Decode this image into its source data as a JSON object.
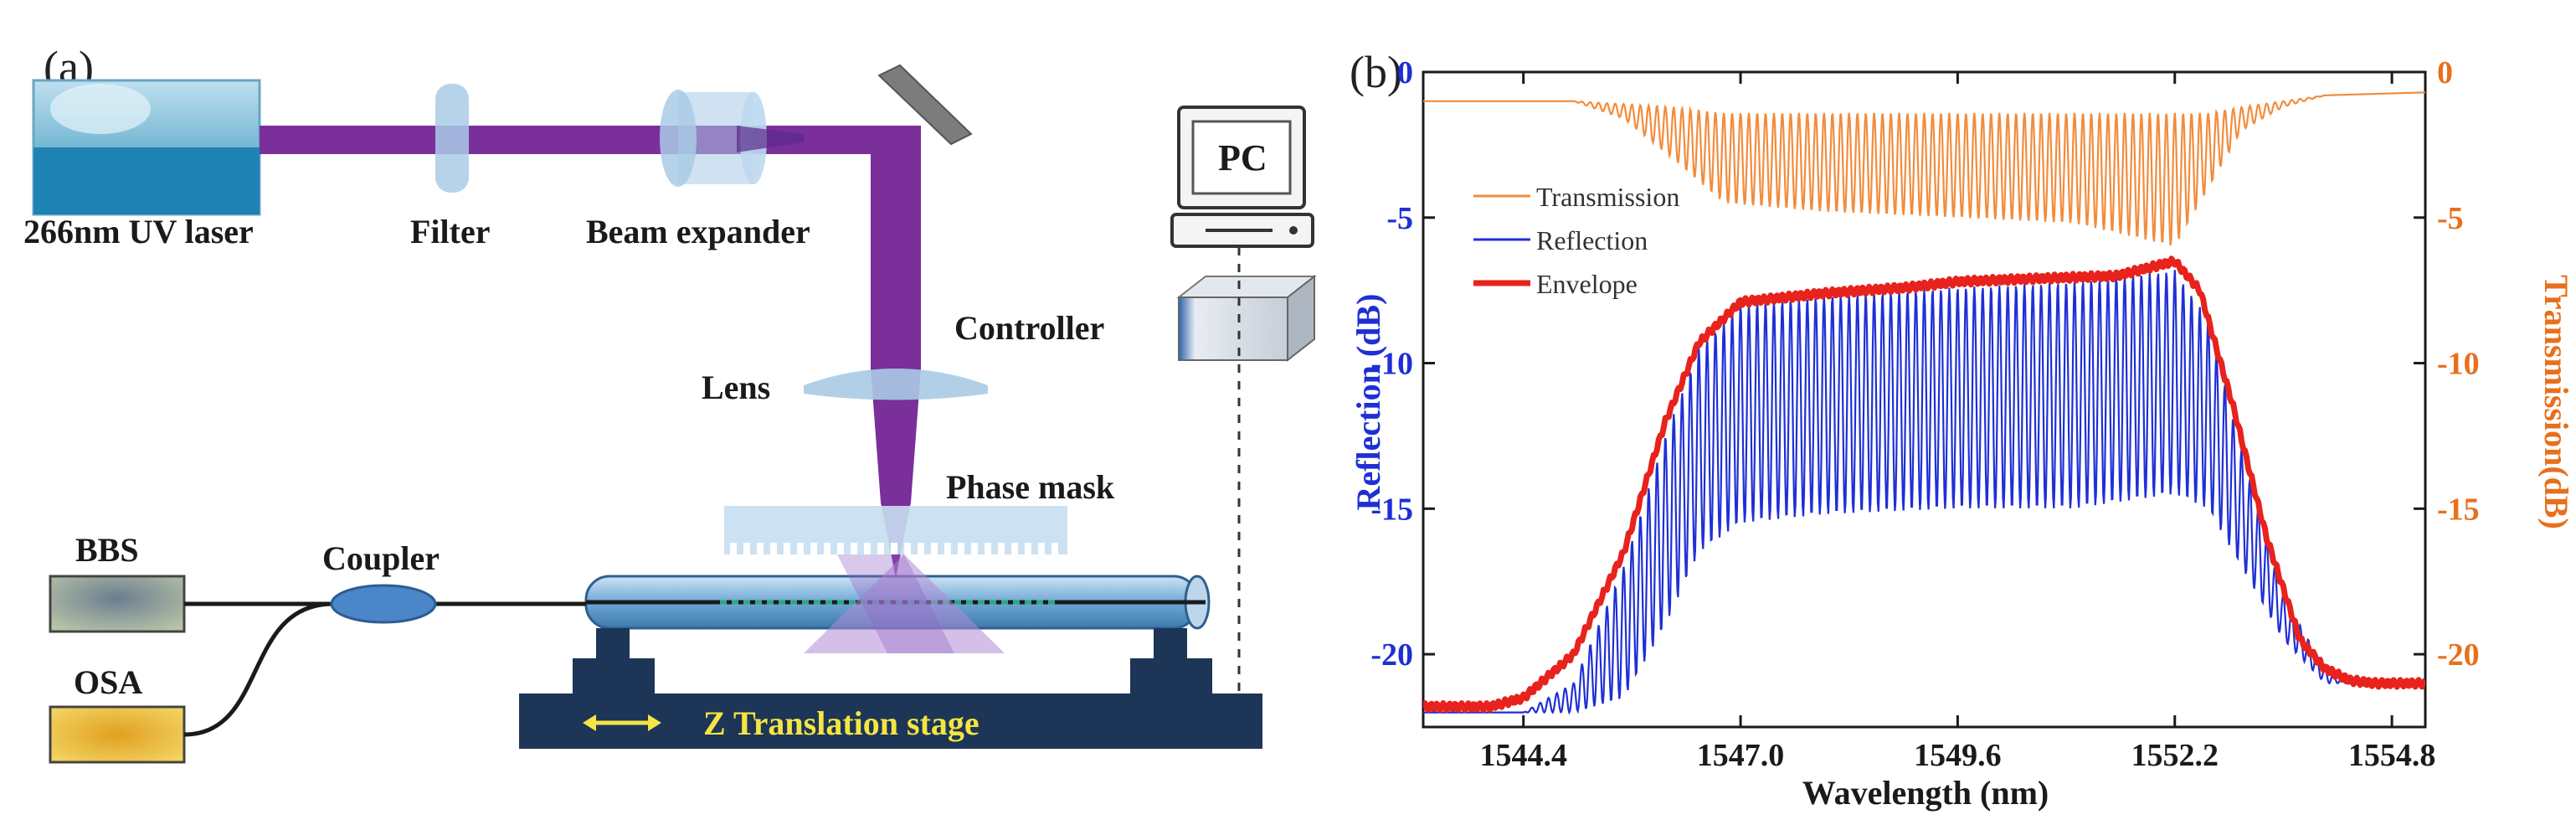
{
  "panel_a": {
    "label": "(a)",
    "laser": "266nm UV laser",
    "filter": "Filter",
    "beam_expander": "Beam expander",
    "pc": "PC",
    "controller": "Controller",
    "lens": "Lens",
    "phase_mask": "Phase mask",
    "bbs": "BBS",
    "coupler": "Coupler",
    "osa": "OSA",
    "stage": "Z Translation stage",
    "colors": {
      "beam": "#7a2f9a",
      "stage": "#1d3557",
      "optics": "#a9cbe6",
      "stage_text": "#f4e542"
    }
  },
  "panel_b": {
    "label": "(b)"
  },
  "chart_data": {
    "type": "line",
    "xlabel": "Wavelength (nm)",
    "ylabel_left": "Reflection (dB)",
    "ylabel_right": "Transmission(dB)",
    "xlim": [
      1543.2,
      1555.2
    ],
    "x_ticks": [
      "1544.4",
      "1547.0",
      "1549.6",
      "1552.2",
      "1554.8"
    ],
    "x_tick_values": [
      1544.4,
      1547.0,
      1549.6,
      1552.2,
      1554.8
    ],
    "ylim_left": [
      -22.5,
      0
    ],
    "y_ticks_left": [
      "0",
      "-5",
      "-10",
      "-15",
      "-20"
    ],
    "y_tick_values_left": [
      0,
      -5,
      -10,
      -15,
      -20
    ],
    "ylim_right": [
      -22.5,
      0
    ],
    "y_ticks_right": [
      "0",
      "-5",
      "-10",
      "-15",
      "-20"
    ],
    "y_tick_values_right": [
      0,
      -5,
      -10,
      -15,
      -20
    ],
    "legend_position": "top-left",
    "series": [
      {
        "name": "Transmission",
        "color": "#f28c3c",
        "axis": "right",
        "x": [
          1543.2,
          1545.0,
          1545.6,
          1546.2,
          1546.8,
          1548.0,
          1549.6,
          1551.0,
          1552.2,
          1552.6,
          1553.0,
          1553.5,
          1554.0,
          1555.2
        ],
        "y_base": [
          -1.0,
          -1.0,
          -1.1,
          -1.2,
          -1.4,
          -1.4,
          -1.4,
          -1.4,
          -1.4,
          -1.4,
          -1.2,
          -1.0,
          -0.8,
          -0.7
        ],
        "y_min": [
          -1.0,
          -1.0,
          -1.6,
          -3.0,
          -4.5,
          -4.8,
          -5.0,
          -5.2,
          -6.0,
          -4.0,
          -2.0,
          -1.2,
          -0.8,
          -0.7
        ]
      },
      {
        "name": "Reflection",
        "color": "#1f2fd6",
        "axis": "left",
        "x": [
          1543.2,
          1544.4,
          1545.0,
          1545.6,
          1546.1,
          1546.5,
          1547.0,
          1548.0,
          1549.6,
          1551.0,
          1552.2,
          1552.6,
          1553.0,
          1553.5,
          1554.0,
          1554.3,
          1555.2
        ],
        "y_peak": [
          -22.0,
          -22.0,
          -21.0,
          -17.0,
          -12.5,
          -9.5,
          -8.0,
          -7.7,
          -7.4,
          -7.2,
          -6.8,
          -8.5,
          -13.0,
          -18.0,
          -20.5,
          -21.0,
          -21.0
        ],
        "y_trough": [
          -22.0,
          -22.0,
          -22.0,
          -21.5,
          -19.0,
          -16.5,
          -15.5,
          -15.2,
          -15.0,
          -15.0,
          -14.5,
          -15.0,
          -17.0,
          -19.5,
          -21.0,
          -21.0,
          -21.0
        ]
      },
      {
        "name": "Envelope",
        "color": "#e8221c",
        "axis": "left",
        "x": [
          1543.2,
          1544.0,
          1544.4,
          1545.0,
          1545.6,
          1546.1,
          1546.5,
          1547.0,
          1548.0,
          1549.0,
          1549.6,
          1550.5,
          1551.5,
          1552.2,
          1552.5,
          1552.9,
          1553.3,
          1553.7,
          1554.0,
          1554.3,
          1554.6,
          1555.2
        ],
        "y": [
          -21.8,
          -21.8,
          -21.5,
          -20.0,
          -16.5,
          -12.0,
          -9.3,
          -7.9,
          -7.6,
          -7.4,
          -7.2,
          -7.1,
          -7.0,
          -6.5,
          -7.5,
          -11.5,
          -16.0,
          -19.5,
          -20.5,
          -20.9,
          -21.0,
          -21.0
        ]
      }
    ]
  }
}
